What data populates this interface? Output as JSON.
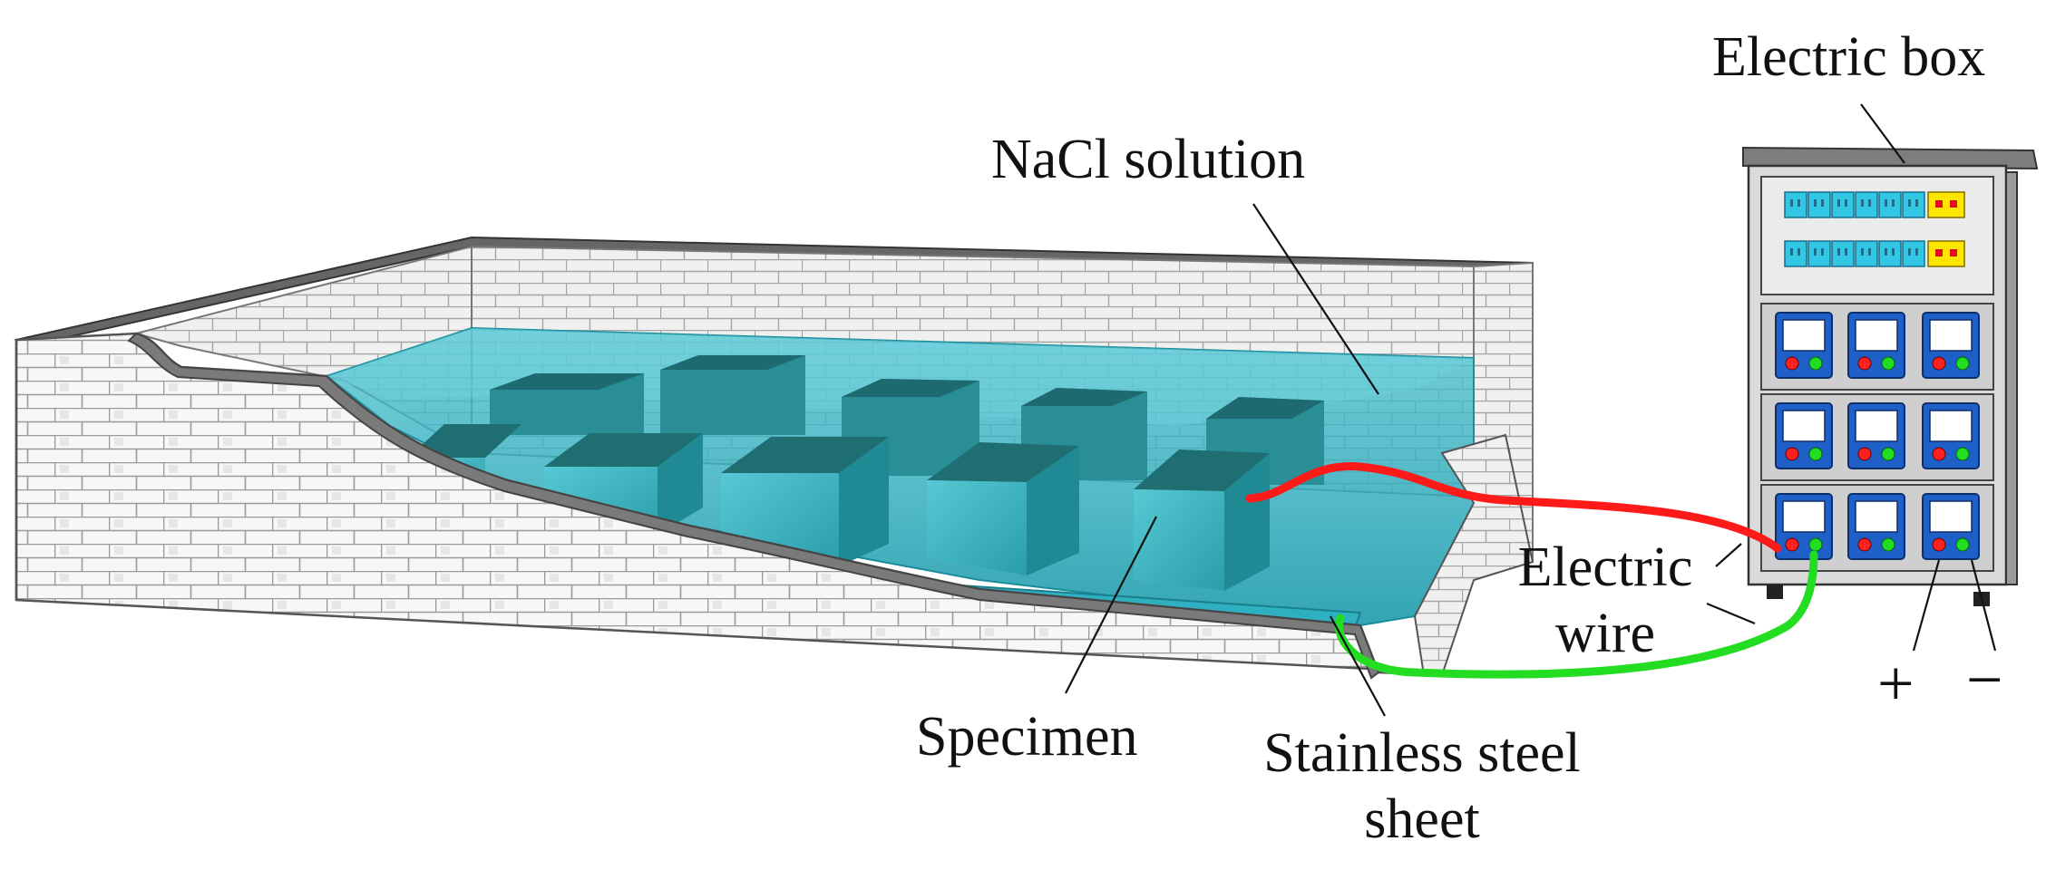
{
  "labels": {
    "electric_box": "Electric box",
    "nacl_solution": "NaCl solution",
    "electric_wire": "Electric\nwire",
    "specimen": "Specimen",
    "stainless_steel_sheet": "Stainless steel\nsheet",
    "plus": "+",
    "minus": "−"
  },
  "colors": {
    "water": "#2fb4c4",
    "water_dark": "#1d8e9d",
    "specimen_top": "#1f6f72",
    "specimen_side": "#2aa0aa",
    "brick": "#f4f4f4",
    "brick_edge": "#8a8a8a",
    "wire_positive": "#ff1a1a",
    "wire_negative": "#22dd22",
    "cabinet": "#d9d9d9",
    "meter_body": "#1e5fc8",
    "socket_panel": "#33c7e6",
    "switch_yellow": "#ffe600"
  },
  "icons": {
    "tank": "brick-tank-icon",
    "electric_box": "electric-box-icon",
    "wire": "electric-wire-icon"
  }
}
